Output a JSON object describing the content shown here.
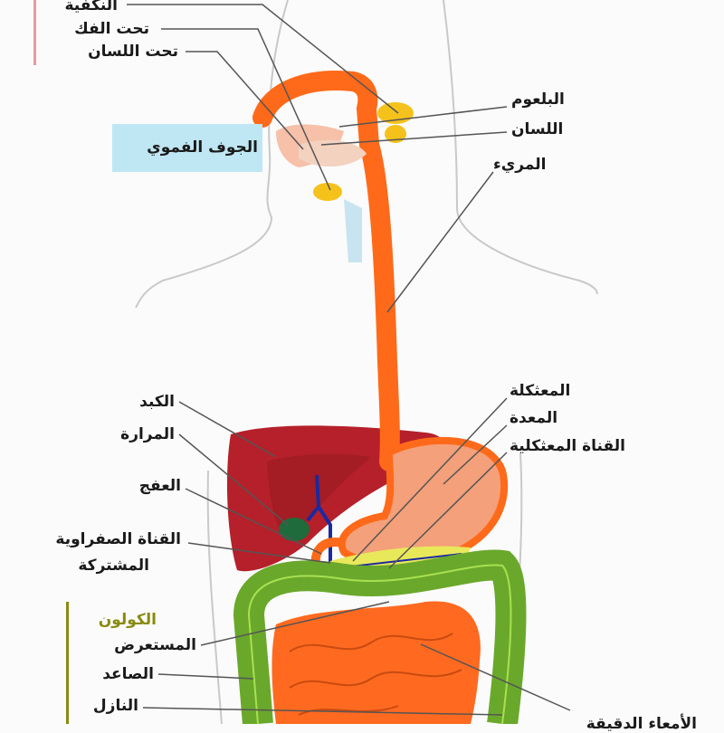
{
  "title": "الجهاز الهضمي",
  "labels": {
    "parotid": "النكفية",
    "submandibular": "تحت الفك",
    "sublingual": "تحت اللسان",
    "oral_cavity": "الجوف الفموي",
    "pharynx": "البلعوم",
    "tongue": "اللسان",
    "esophagus": "المريء",
    "pancreas": "المعثكلة",
    "stomach": "المعدة",
    "pancreatic_duct": "القناة المعثكلية",
    "liver": "الكبد",
    "gallbladder": "المرارة",
    "duodenum": "العفج",
    "bile_duct_line1": "القناة الصفراوية",
    "bile_duct_line2": "المشتركة",
    "colon": "الكولون",
    "transverse": "المستعرض",
    "ascending": "الصاعد",
    "descending": "النازل",
    "small_intestine": "الأمعاء الدقيقة"
  },
  "colors": {
    "esophagus": "#ff6a1a",
    "liver": "#b5202a",
    "stomach": "#f4a07a",
    "colon": "#6aa82c",
    "small_intestine": "#ff6a20",
    "glands": "#f5c21b",
    "colon_label": "#8a8a10",
    "oral_box": "#bfe6f3"
  }
}
